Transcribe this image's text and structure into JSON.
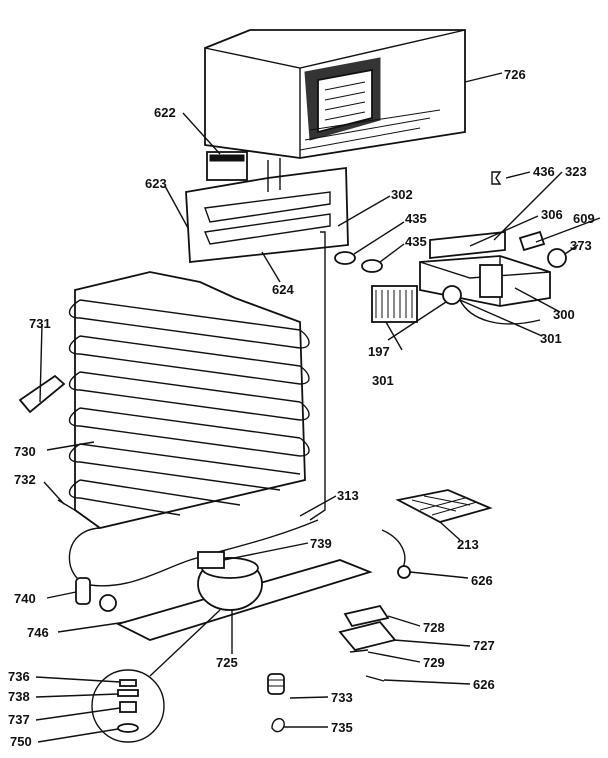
{
  "labels": {
    "l726": "726",
    "l622": "622",
    "l623": "623",
    "l624": "624",
    "l302": "302",
    "l435a": "435",
    "l435b": "435",
    "l436": "436",
    "l323": "323",
    "l306": "306",
    "l609": "609",
    "l373": "373",
    "l300": "300",
    "l301a": "301",
    "l301b": "301",
    "l197": "197",
    "l731": "731",
    "l730": "730",
    "l732": "732",
    "l313": "313",
    "l739": "739",
    "l213": "213",
    "l626a": "626",
    "l740": "740",
    "l746": "746",
    "l725": "725",
    "l728": "728",
    "l727": "727",
    "l729": "729",
    "l626b": "626",
    "l736": "736",
    "l738": "738",
    "l737": "737",
    "l750": "750",
    "l733": "733",
    "l735": "735"
  }
}
